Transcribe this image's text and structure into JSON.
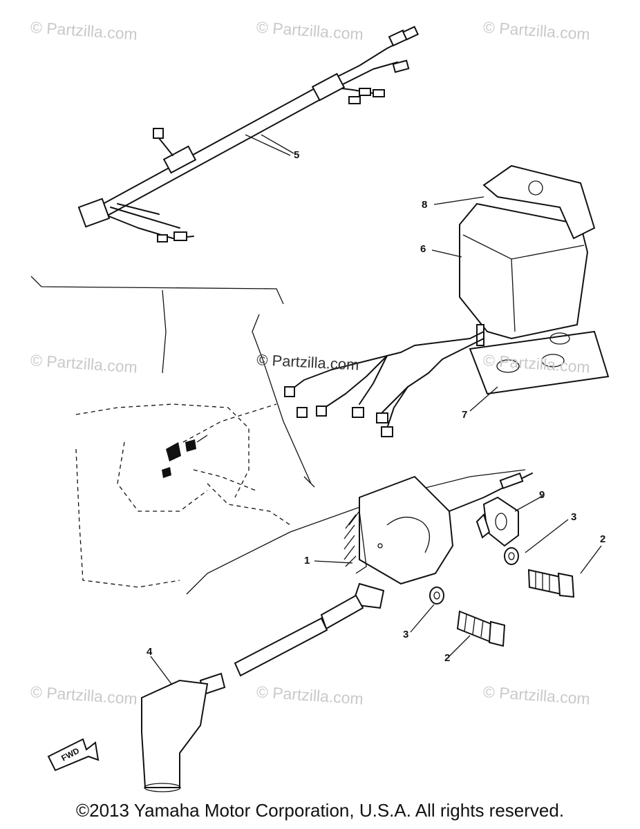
{
  "watermark": "© Partzilla.com",
  "callouts": {
    "p1": "1",
    "p2a": "2",
    "p2b": "2",
    "p3a": "3",
    "p3b": "3",
    "p4": "4",
    "p5": "5",
    "p6": "6",
    "p7": "7",
    "p8": "8",
    "p9": "9"
  },
  "fwd_label": "FWD",
  "copyright": "©2013  Yamaha Motor Corporation, U.S.A. All rights reserved."
}
